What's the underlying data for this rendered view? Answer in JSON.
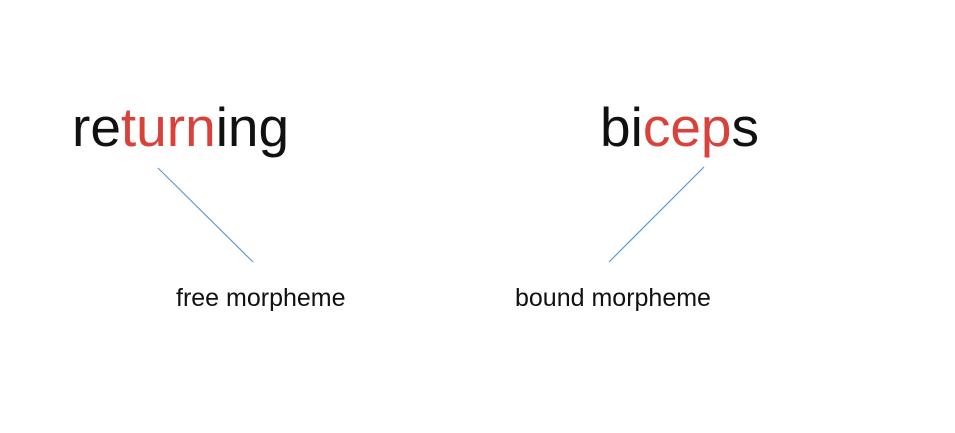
{
  "colors": {
    "text": "#111111",
    "highlight": "#d9423a",
    "connector": "#5b9bd5"
  },
  "examples": [
    {
      "word_parts": {
        "prefix": "re",
        "root": "turn",
        "suffix": "ing"
      },
      "label": "free morpheme"
    },
    {
      "word_parts": {
        "prefix": "bi",
        "root": "cep",
        "suffix": "s"
      },
      "label": "bound morpheme"
    }
  ]
}
